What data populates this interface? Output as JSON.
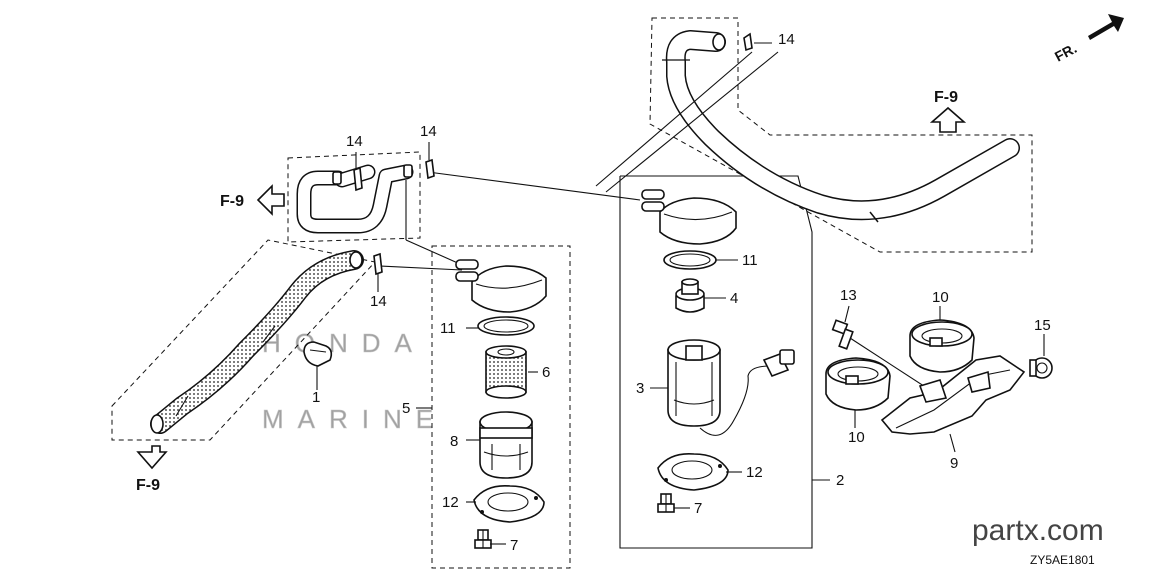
{
  "diagram": {
    "callouts": {
      "c1": "1",
      "c2": "2",
      "c3": "3",
      "c4": "4",
      "c5": "5",
      "c6": "6",
      "c7a": "7",
      "c7b": "7",
      "c8": "8",
      "c9": "9",
      "c10a": "10",
      "c10b": "10",
      "c11a": "11",
      "c11b": "11",
      "c12a": "12",
      "c12b": "12",
      "c13": "13",
      "c14a": "14",
      "c14b": "14",
      "c14c": "14",
      "c14d": "14",
      "c15": "15"
    },
    "refs": {
      "left": "F-9",
      "bottom": "F-9",
      "top_right": "F-9"
    },
    "front_label": "FR.",
    "watermark": "partx.com",
    "drawing_code": "ZY5AE1801",
    "brand_watermark": {
      "line1": "HONDA",
      "line2": "MARINE"
    }
  }
}
